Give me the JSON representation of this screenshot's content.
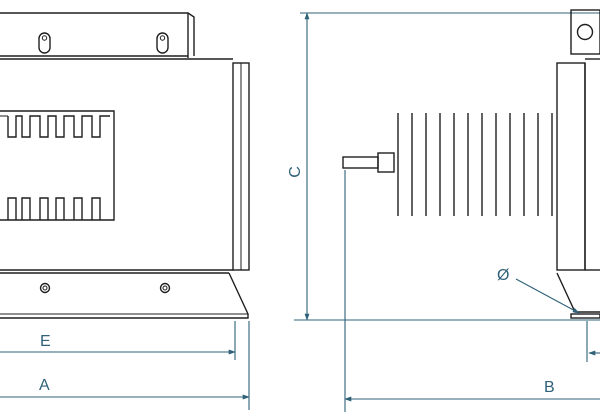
{
  "dimensions": {
    "a": "A",
    "b": "B",
    "c": "C",
    "e": "E",
    "diameter": "Ø"
  },
  "colors": {
    "dimension_line": "#2f6178",
    "outline": "#1f1f1f"
  },
  "views": [
    "front-view",
    "side-view"
  ]
}
